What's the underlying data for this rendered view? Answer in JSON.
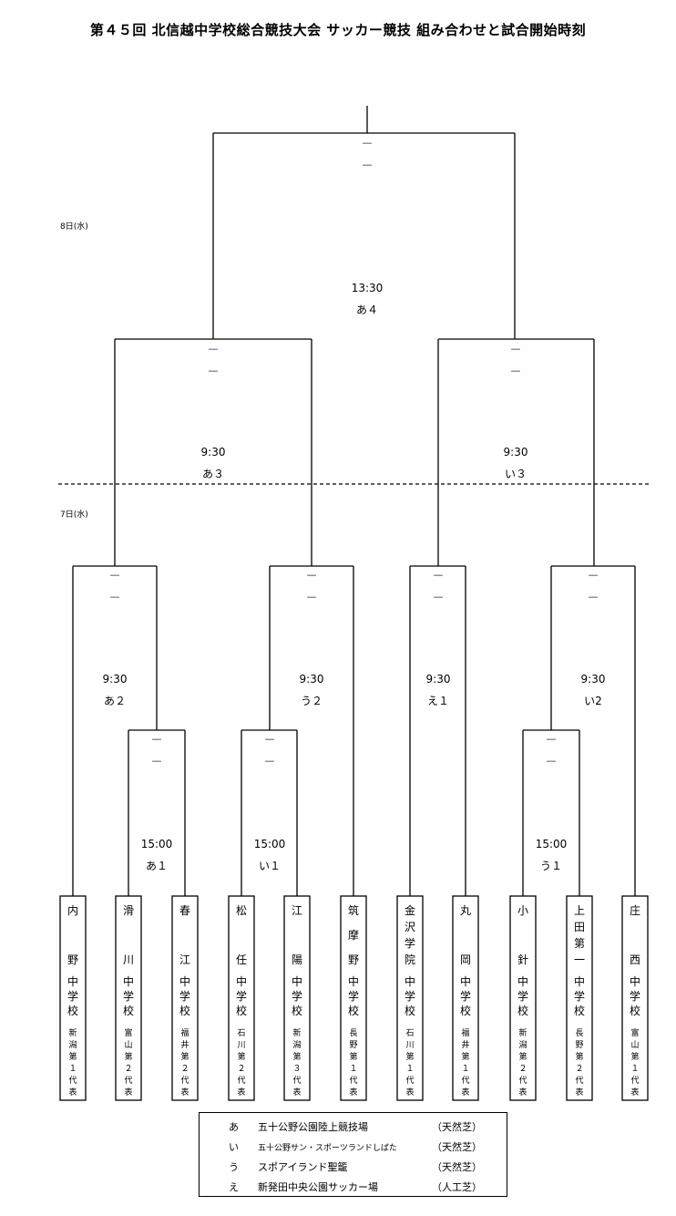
{
  "title": "第４５回 北信越中学校総合競技大会 サッカー競技 組み合わせと試合開始時刻",
  "day_labels": {
    "day8": "8日(水)",
    "day7": "7日(水)"
  },
  "score_placeholder": "—",
  "matches": [
    {
      "id": "final",
      "time": "13:30",
      "venue": "あ４"
    },
    {
      "id": "sf1",
      "time": "9:30",
      "venue": "あ３"
    },
    {
      "id": "sf2",
      "time": "9:30",
      "venue": "い３"
    },
    {
      "id": "qf1",
      "time": "9:30",
      "venue": "あ２"
    },
    {
      "id": "qf2",
      "time": "9:30",
      "venue": "う２"
    },
    {
      "id": "qf3",
      "time": "9:30",
      "venue": "え１"
    },
    {
      "id": "qf4",
      "time": "9:30",
      "venue": "い2"
    },
    {
      "id": "r1a",
      "time": "15:00",
      "venue": "あ１"
    },
    {
      "id": "r1b",
      "time": "15:00",
      "venue": "い１"
    },
    {
      "id": "r1c",
      "time": "15:00",
      "venue": "う１"
    }
  ],
  "teams": [
    {
      "name": [
        "内",
        "",
        "野"
      ],
      "rep": "新潟第１代表"
    },
    {
      "name": [
        "滑",
        "",
        "川"
      ],
      "rep": "富山第２代表"
    },
    {
      "name": [
        "春",
        "",
        "江"
      ],
      "rep": "福井第２代表"
    },
    {
      "name": [
        "松",
        "",
        "任"
      ],
      "rep": "石川第２代表"
    },
    {
      "name": [
        "江",
        "",
        "陽"
      ],
      "rep": "新潟第３代表"
    },
    {
      "name": [
        "筑",
        "摩",
        "野"
      ],
      "rep": "長野第１代表"
    },
    {
      "name": [
        "金",
        "沢",
        "学",
        "院"
      ],
      "rep": "石川第１代表"
    },
    {
      "name": [
        "丸",
        "",
        "岡"
      ],
      "rep": "福井第１代表"
    },
    {
      "name": [
        "小",
        "",
        "針"
      ],
      "rep": "新潟第２代表"
    },
    {
      "name": [
        "上",
        "田",
        "第",
        "一"
      ],
      "rep": "長野第２代表"
    },
    {
      "name": [
        "庄",
        "",
        "西"
      ],
      "rep": "富山第１代表"
    }
  ],
  "school_suffix": "中学校",
  "venues": [
    {
      "code": "あ",
      "name": "五十公野公園陸上競技場",
      "surface": "（天然芝）"
    },
    {
      "code": "い",
      "name": "五十公野サン・スポーツランドしばた",
      "surface": "（天然芝）"
    },
    {
      "code": "う",
      "name": "スポアイランド聖籠",
      "surface": "（天然芝）"
    },
    {
      "code": "え",
      "name": "新発田中央公園サッカー場",
      "surface": "（人工芝）"
    }
  ]
}
